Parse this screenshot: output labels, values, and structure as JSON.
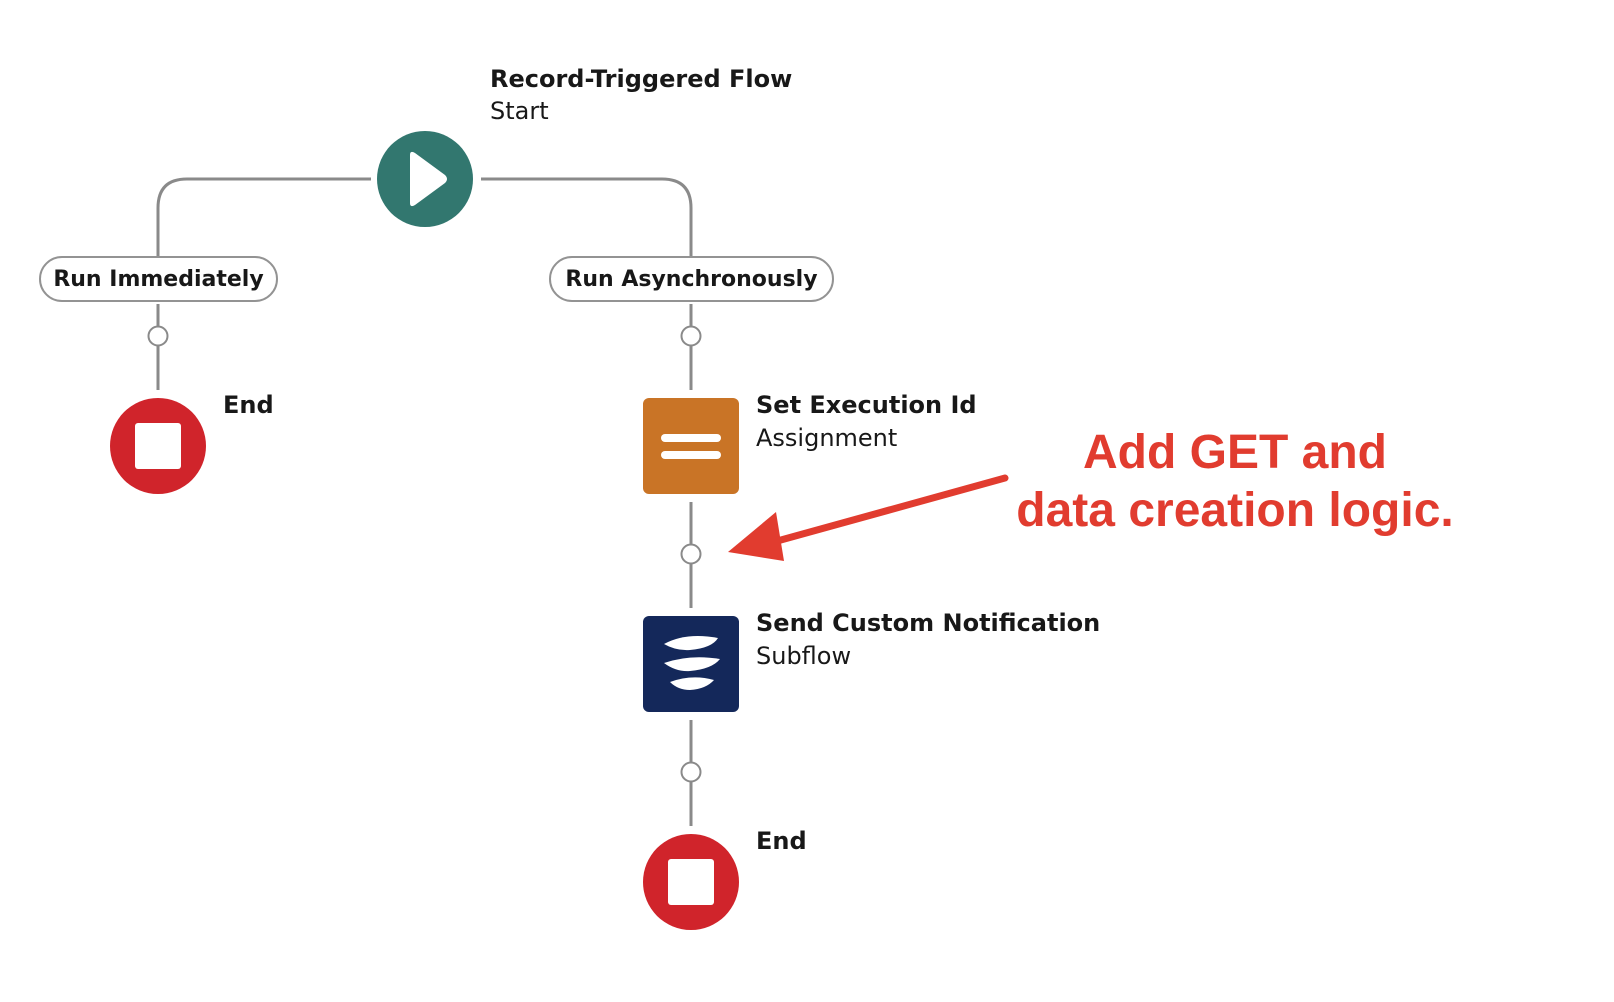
{
  "colors": {
    "connector": "#8a8a8a",
    "start": "#32776f",
    "end": "#d0242b",
    "assignment": "#c97426",
    "subflow": "#14285a",
    "annotation": "#e13c2f"
  },
  "start_node": {
    "title": "Record-Triggered Flow",
    "subtitle": "Start",
    "icon": "play-icon"
  },
  "paths": [
    {
      "label": "Run Immediately"
    },
    {
      "label": "Run Asynchronously"
    }
  ],
  "nodes": {
    "end_left": {
      "title": "End",
      "icon": "stop-icon"
    },
    "assignment": {
      "title": "Set Execution Id",
      "subtitle": "Assignment",
      "icon": "equals-icon"
    },
    "subflow": {
      "title": "Send Custom Notification",
      "subtitle": "Subflow",
      "icon": "flow-icon"
    },
    "end_right": {
      "title": "End",
      "icon": "stop-icon"
    }
  },
  "annotation": {
    "line1": "Add GET and",
    "line2": "data creation logic."
  }
}
